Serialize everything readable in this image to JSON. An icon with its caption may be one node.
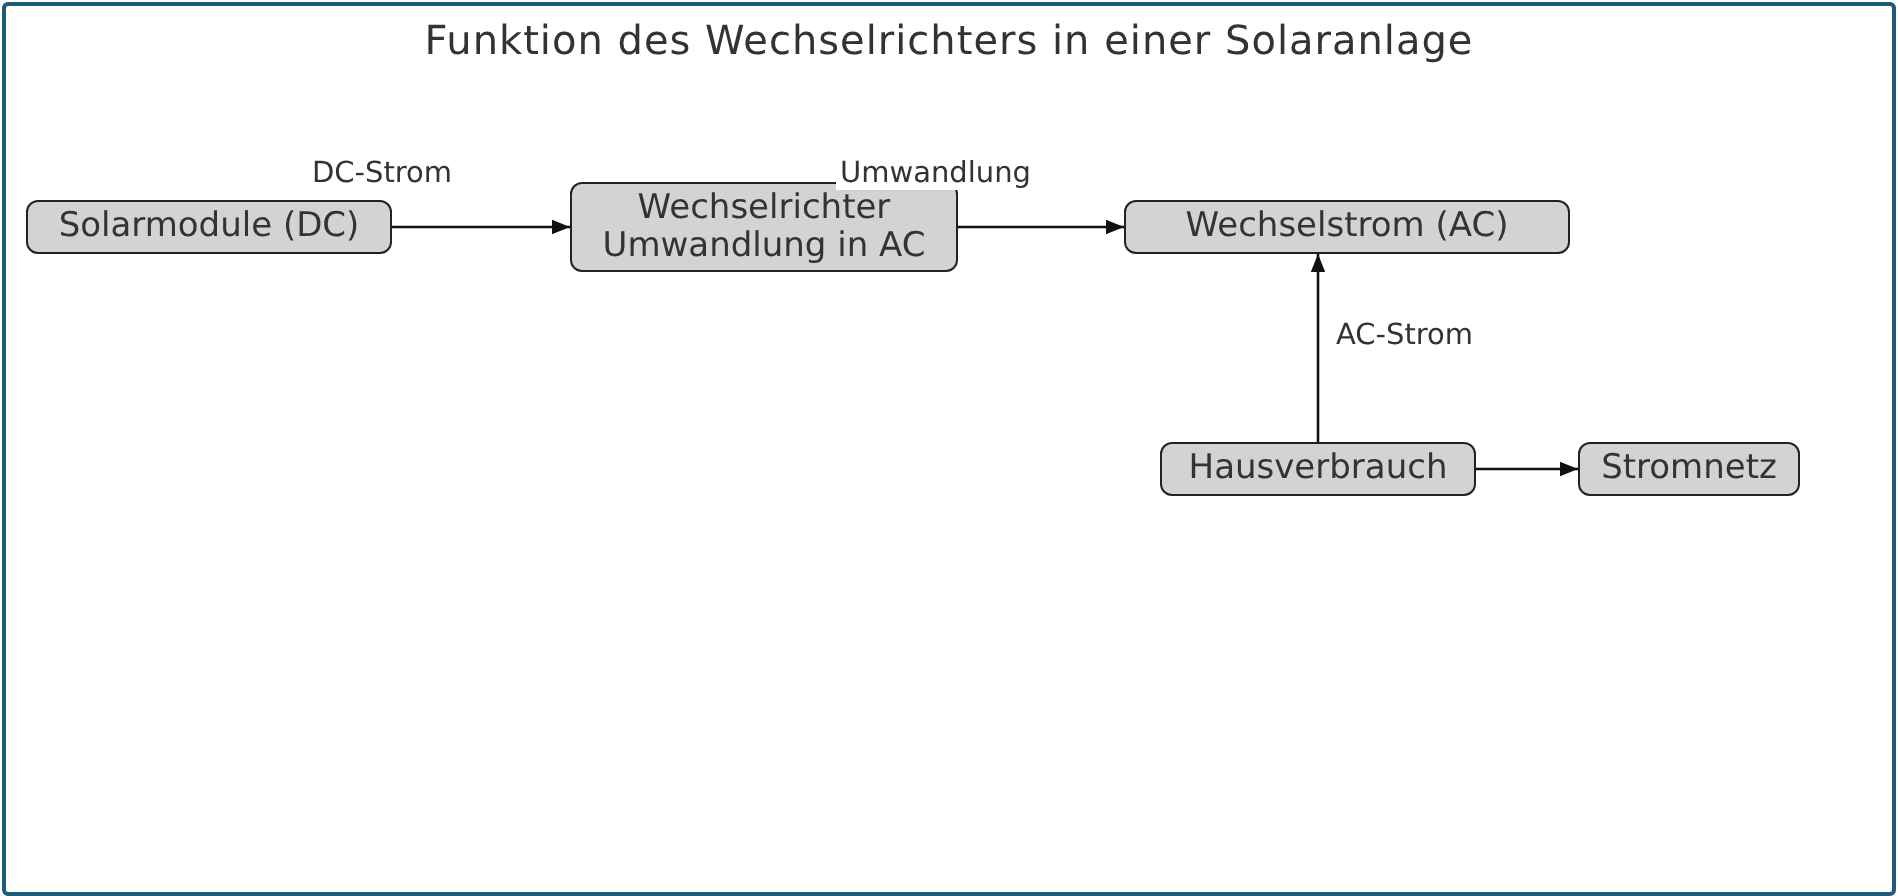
{
  "diagram": {
    "title": "Funktion des Wechselrichters in einer Solaranlage",
    "nodes": [
      {
        "text": [
          "Solarmodule (DC)"
        ]
      },
      {
        "text": [
          "Wechselrichter Umwandlung in AC"
        ]
      },
      {
        "text": [
          "Wechselstrom (AC)"
        ]
      },
      {
        "text": [
          "Hausverbrauch"
        ]
      },
      {
        "text": [
          "Stromnetz"
        ]
      }
    ],
    "edges": [
      {
        "from": 0,
        "to": 1,
        "arrow": "to",
        "label": "DC-Strom"
      },
      {
        "from": 1,
        "to": 2,
        "arrow": "to",
        "label": "Umwandlung"
      },
      {
        "from": 3,
        "to": 2,
        "arrow": "to",
        "label": "AC-Strom"
      },
      {
        "from": 3,
        "to": 4,
        "arrow": "to"
      }
    ]
  }
}
